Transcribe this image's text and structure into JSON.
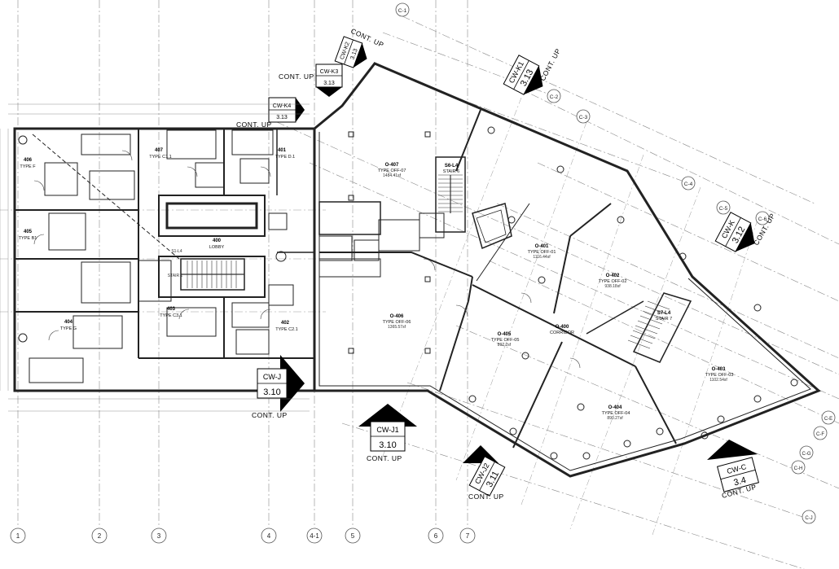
{
  "grid": {
    "vertical": [
      "1",
      "2",
      "3",
      "4",
      "4-1",
      "5",
      "6",
      "7"
    ],
    "diagonal": [
      "C-1",
      "C-2",
      "C-3",
      "C-4",
      "C-5",
      "C-6",
      "C-E",
      "C-F",
      "C-G",
      "C-H",
      "C-J"
    ]
  },
  "rooms": {
    "r401": {
      "num": "401",
      "type": "TYPE D.1"
    },
    "r402": {
      "num": "402",
      "type": "TYPE C2.1"
    },
    "r403": {
      "num": "403",
      "type": "TYPE C3.1"
    },
    "r404": {
      "num": "404",
      "type": "TYPE G"
    },
    "r405": {
      "num": "405",
      "type": "TYPE B1"
    },
    "r406": {
      "num": "406",
      "type": "TYPE F"
    },
    "r407": {
      "num": "407",
      "type": "TYPE C1.1"
    },
    "lobby": {
      "num": "400",
      "type": "LOBBY"
    },
    "o407": {
      "num": "O-407",
      "type": "TYPE OFF-07",
      "area": "1484.41sf"
    },
    "o406": {
      "num": "O-406",
      "type": "TYPE OFF-06",
      "area": "1365.57sf"
    },
    "o405": {
      "num": "O-405",
      "type": "TYPE OFF-05",
      "area": "892.2sf"
    },
    "o404": {
      "num": "O-404",
      "type": "TYPE OFF-04",
      "area": "890.27sf"
    },
    "o403": {
      "num": "O-403",
      "type": "TYPE OFF-03",
      "area": "1102.54sf"
    },
    "o402": {
      "num": "O-402",
      "type": "TYPE OFF-02",
      "area": "938.18sf"
    },
    "o401": {
      "num": "O-401",
      "type": "TYPE OFF-01",
      "area": "1116.44sf"
    },
    "o400": {
      "num": "O-400",
      "type": "CORRIDOR"
    },
    "stair6": {
      "num": "S6-L4",
      "type": "STAIR 6"
    },
    "stair7": {
      "num": "S7-L4",
      "type": "STAIR 7"
    },
    "stair1": {
      "num": "S1-L4",
      "type": "STAIR 1"
    }
  },
  "callouts": {
    "cwk1": {
      "code": "CW-K1",
      "sheet": "3.13",
      "note": "CONT. UP"
    },
    "cwk2": {
      "code": "CW-K2",
      "sheet": "3.13",
      "note": "CONT. UP"
    },
    "cwk3": {
      "code": "CW-K3",
      "sheet": "3.13",
      "note": "CONT. UP"
    },
    "cwk4": {
      "code": "CW-K4",
      "sheet": "3.13",
      "note": "CONT. UP"
    },
    "cwk": {
      "code": "CW-K",
      "sheet": "3.12",
      "note": "CONT. UP"
    },
    "cwj": {
      "code": "CW-J",
      "sheet": "3.10",
      "note": "CONT. UP"
    },
    "cwj1": {
      "code": "CW-J1",
      "sheet": "3.10",
      "note": "CONT. UP"
    },
    "cwj2": {
      "code": "CW-J2",
      "sheet": "3.11",
      "note": "CONT. UP"
    },
    "cwc": {
      "code": "CW-C",
      "sheet": "3.4",
      "note": "CONT. UP"
    }
  },
  "colors": {
    "line": "#111111",
    "grid": "#8a8a8a",
    "wall": "#222222",
    "fill": "#bdbdbd"
  }
}
